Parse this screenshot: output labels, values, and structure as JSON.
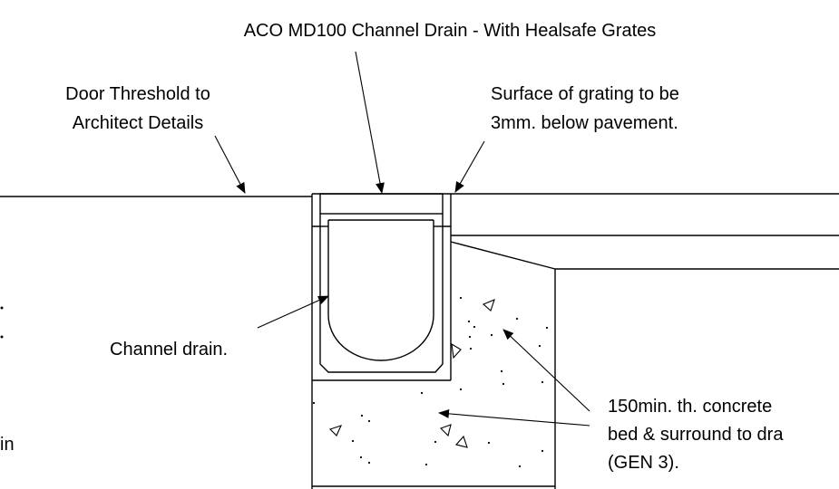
{
  "labels": {
    "title": "ACO MD100 Channel Drain - With Healsafe Grates",
    "door_threshold_line1": "Door Threshold to",
    "door_threshold_line2": "Architect Details",
    "surface_line1": "Surface of grating to be",
    "surface_line2": "3mm. below pavement.",
    "channel_drain": "Channel drain.",
    "concrete_line1": "150min. th. concrete",
    "concrete_line2": "bed & surround to dra",
    "concrete_line3": "(GEN 3).",
    "left_cut_text": "in"
  },
  "colors": {
    "line": "#000000",
    "background": "#ffffff"
  }
}
